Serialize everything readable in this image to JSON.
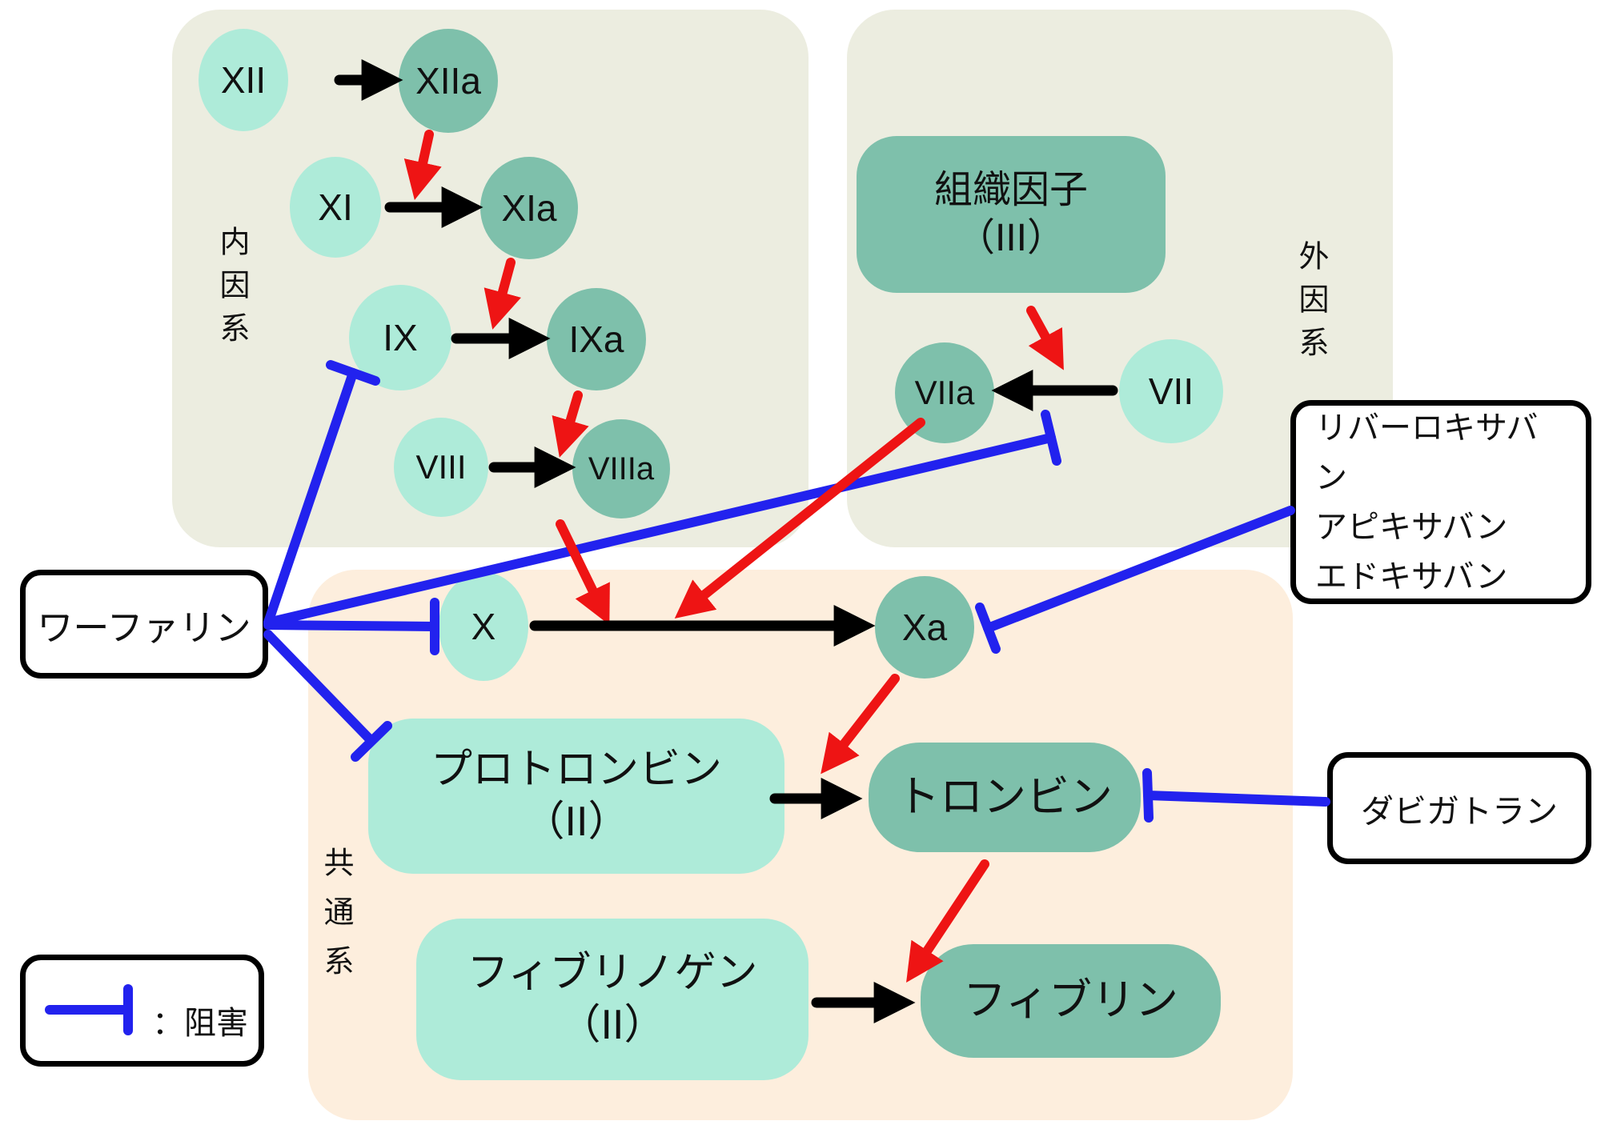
{
  "pathways": {
    "intrinsic": "内因系",
    "extrinsic": "外因系",
    "common": "共通系"
  },
  "nodes": {
    "xii": "XII",
    "xiia": "XIIa",
    "xi": "XI",
    "xia": "XIa",
    "ix": "IX",
    "ixa": "IXa",
    "viii": "VIII",
    "viiia": "VIIIa",
    "viia": "VIIa",
    "vii": "VII",
    "x": "X",
    "xa": "Xa",
    "tissue_factor": [
      "組織因子",
      "（III）"
    ],
    "prothrombin": [
      "プロトロンビン",
      "（II）"
    ],
    "thrombin": "トロンビン",
    "fibrinogen": [
      "フィブリノゲン",
      "（II）"
    ],
    "fibrin": "フィブリン"
  },
  "drugs": {
    "warfarin": "ワーファリン",
    "factor_xa_inhibitors": [
      "リバーロキサバン",
      "アピキサバン",
      "エドキサバン"
    ],
    "dabigatran": "ダビガトラン"
  },
  "legend": {
    "inhibition": "：阻害"
  },
  "colors": {
    "pathway_bg_green": "#ecede0",
    "pathway_bg_peach": "#fdeedd",
    "node_inactive": "#aeebd9",
    "node_active": "#7ec0ab",
    "activation_arrow": "#ee1414",
    "inhibition_line": "#2222ee",
    "reaction_arrow": "#000000"
  }
}
